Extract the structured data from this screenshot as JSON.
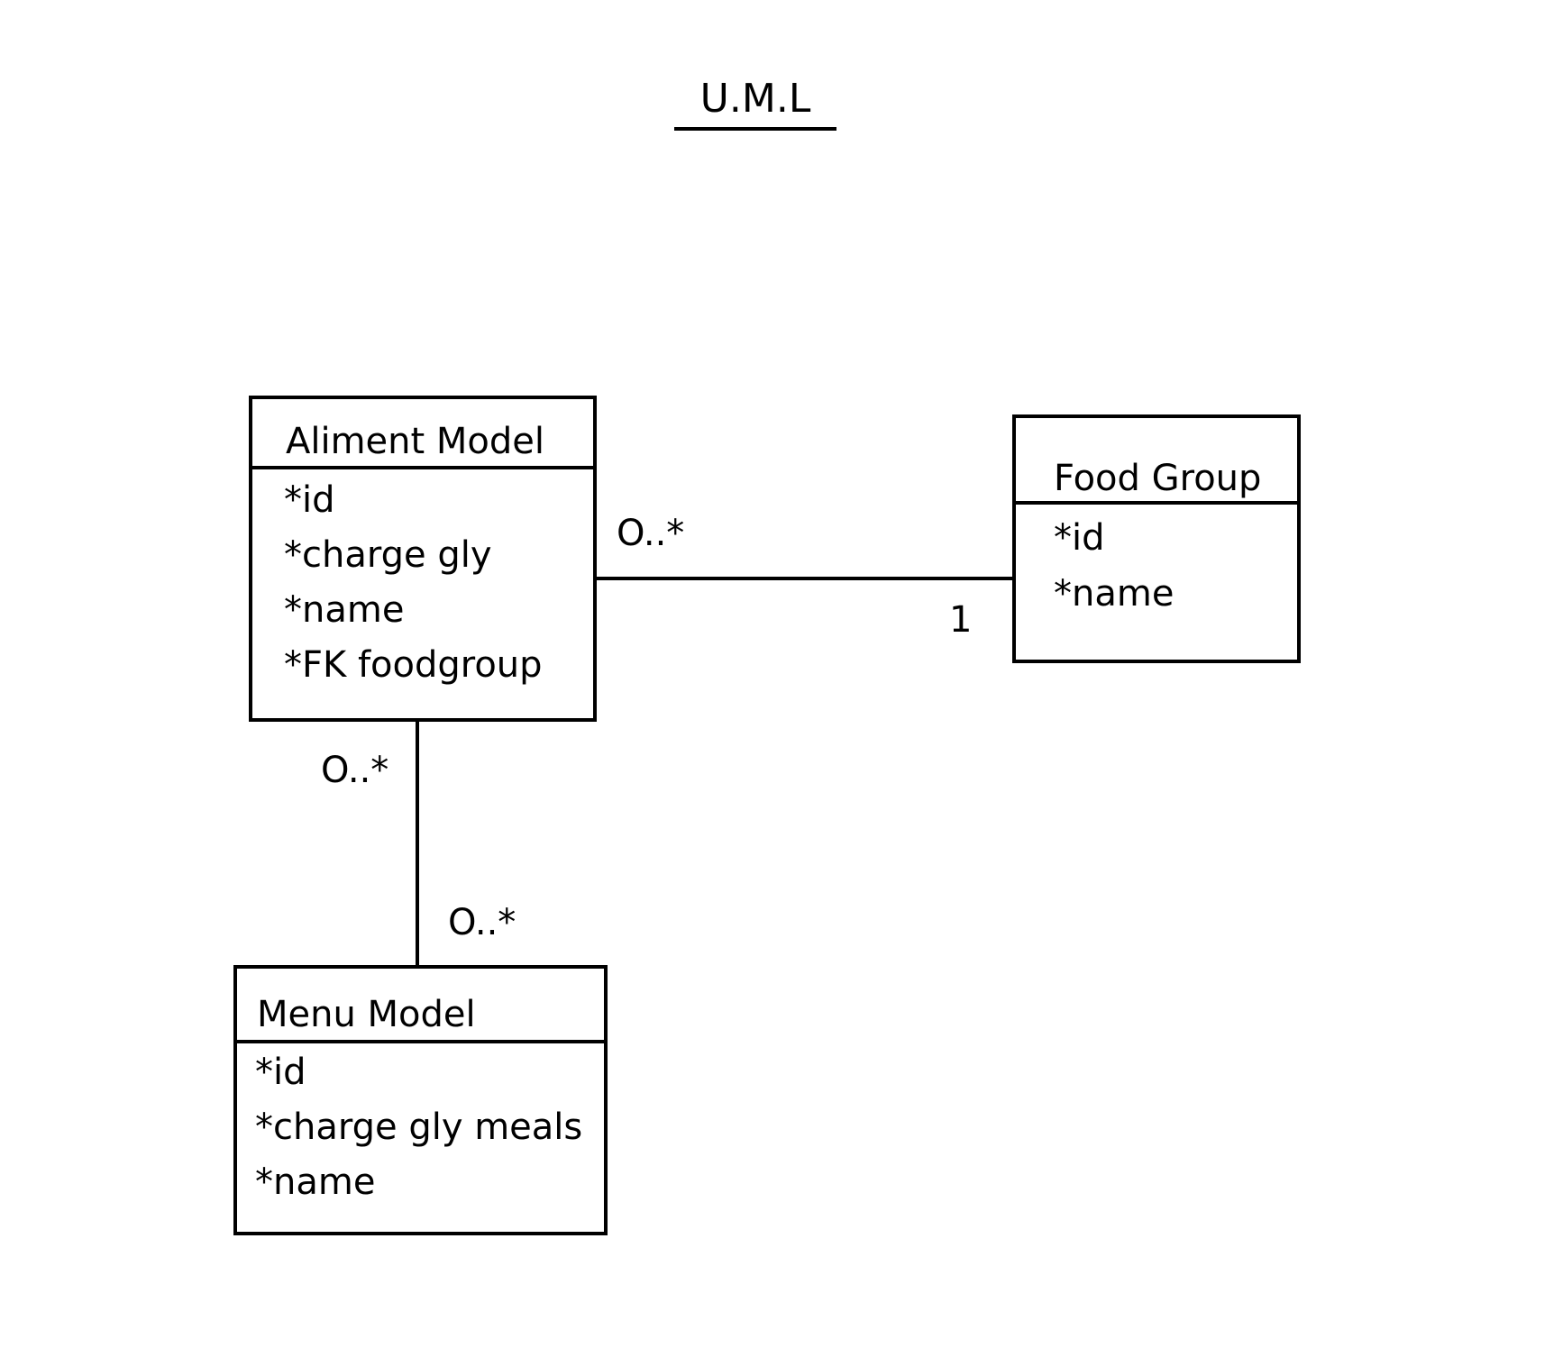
{
  "title": "U.M.L",
  "classes": {
    "aliment": {
      "name": "Aliment Model",
      "attributes": [
        "*id",
        "*charge gly",
        "*name",
        "*FK foodgroup"
      ]
    },
    "food_group": {
      "name": "Food Group",
      "attributes": [
        "*id",
        "*name"
      ]
    },
    "menu": {
      "name": "Menu Model",
      "attributes": [
        "*id",
        "*charge gly meals",
        "*name"
      ]
    }
  },
  "associations": {
    "aliment_foodgroup": {
      "aliment_end": "O..*",
      "foodgroup_end": "1"
    },
    "aliment_menu": {
      "aliment_end": "O..*",
      "menu_end": "O..*"
    }
  },
  "colors": {
    "line": "#000000",
    "background": "#ffffff"
  }
}
